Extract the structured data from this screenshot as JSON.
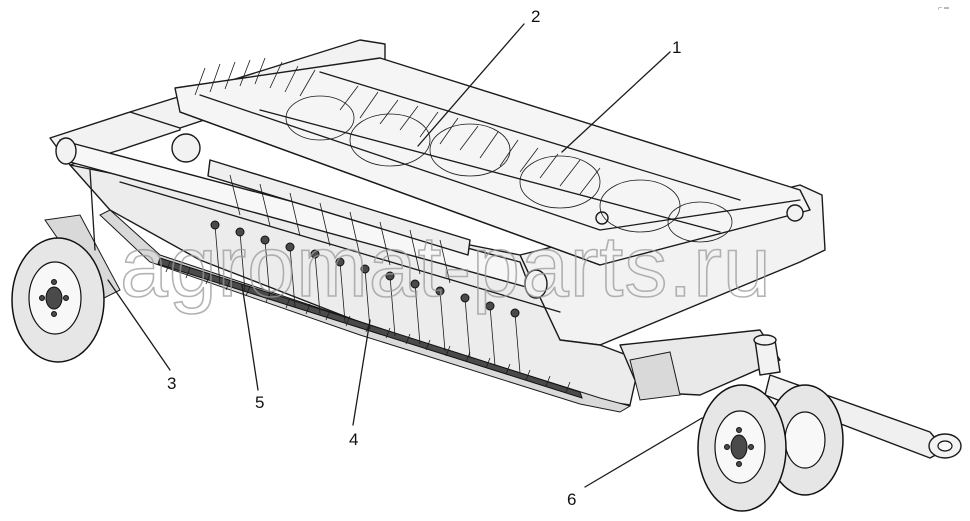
{
  "corner_mark": "⌐ ═",
  "watermark": "agromat-parts.ru",
  "callouts": [
    {
      "label": "1"
    },
    {
      "label": "2"
    },
    {
      "label": "3"
    },
    {
      "label": "4"
    },
    {
      "label": "5"
    },
    {
      "label": "6"
    }
  ]
}
